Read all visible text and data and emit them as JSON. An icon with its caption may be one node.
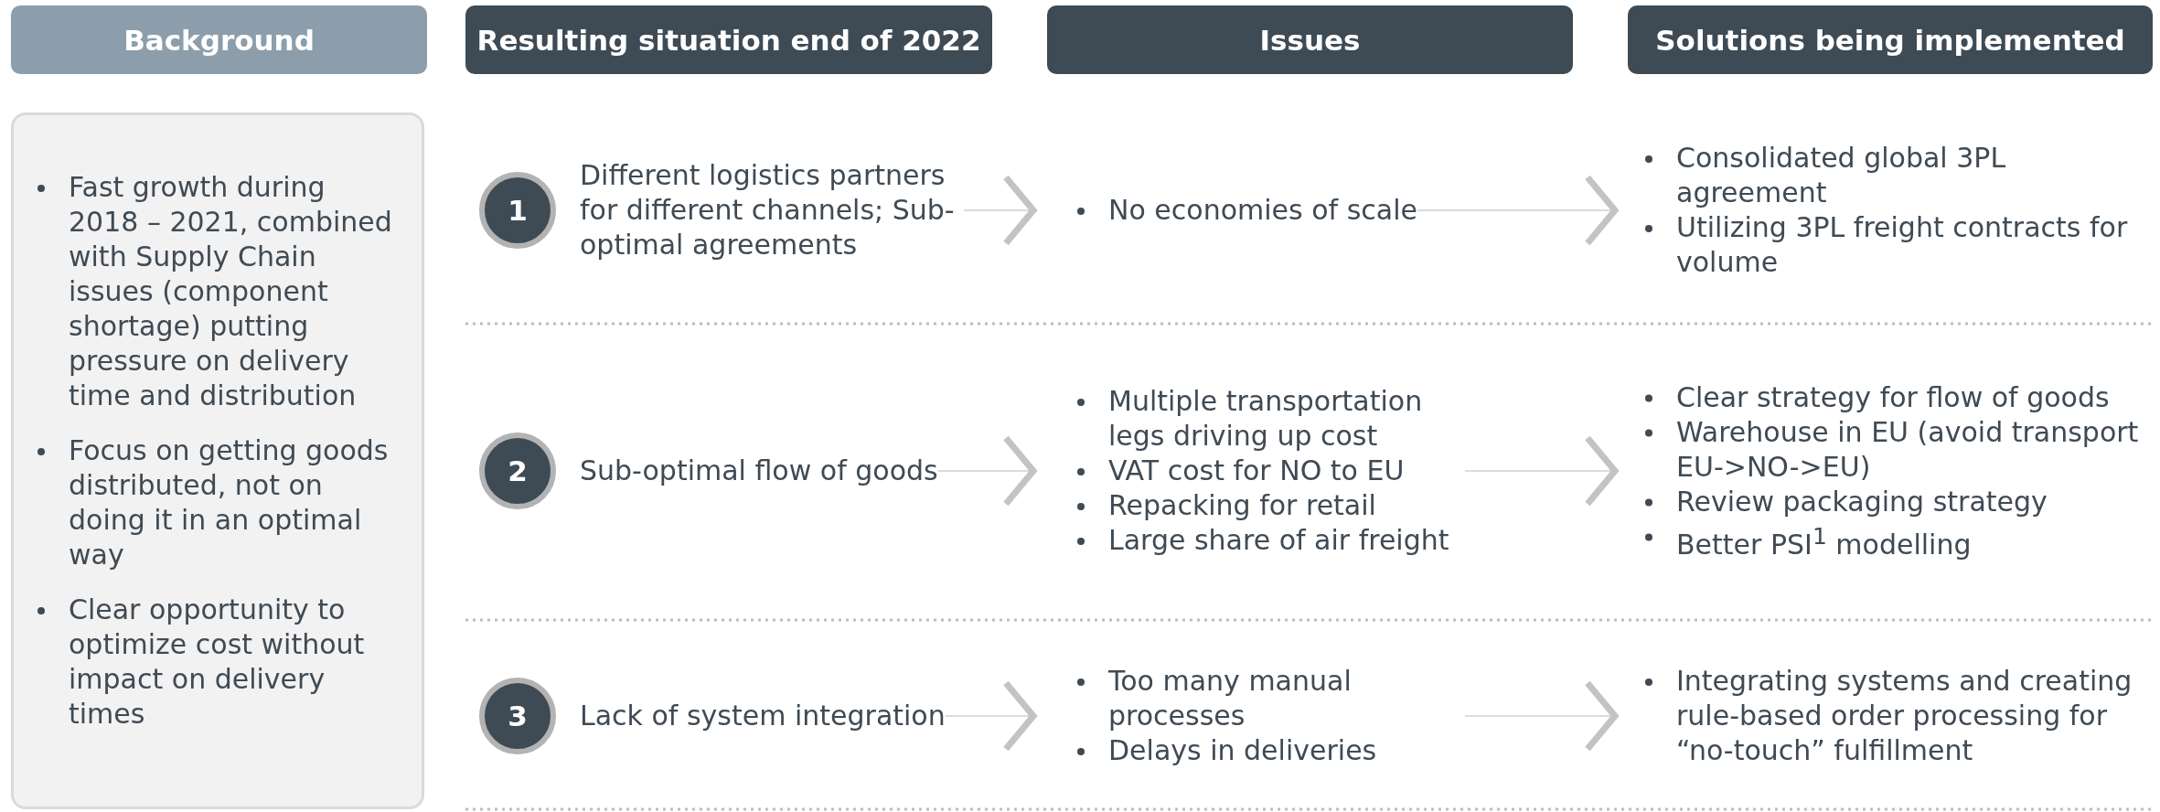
{
  "diagram": {
    "nodes": [
      {
        "text": [
          "Background"
        ]
      },
      {
        "text": [
          "Resulting situation end of 2022"
        ]
      },
      {
        "text": [
          "Issues"
        ]
      },
      {
        "text": [
          "Solutions being implemented"
        ]
      },
      {
        "text": [
          "Fast growth during 2018 – 2021, combined with Supply Chain issues (component shortage) putting pressure on delivery time and distribution",
          "Focus on getting goods distributed, not on doing it in an optimal way",
          "Clear opportunity to optimize cost without impact on delivery times"
        ]
      },
      {
        "text": [
          "1"
        ]
      },
      {
        "text": [
          "Different logistics partners for different channels; Sub-optimal agreements"
        ]
      },
      {
        "text": [
          "No economies of scale"
        ]
      },
      {
        "text": [
          "Consolidated global 3PL agreement",
          "Utilizing 3PL freight contracts for volume"
        ]
      },
      {
        "text": [
          "2"
        ]
      },
      {
        "text": [
          "Sub-optimal flow of goods"
        ]
      },
      {
        "text": [
          "Multiple transportation legs driving up cost",
          "VAT cost for NO to EU",
          "Repacking for retail",
          "Large share of air freight"
        ]
      },
      {
        "text": [
          "Clear strategy for flow of goods",
          "Warehouse in EU (avoid transport EU->NO->EU)",
          "Review packaging strategy",
          "Better PSI$^{1}$ modelling"
        ]
      },
      {
        "text": [
          "3"
        ]
      },
      {
        "text": [
          "Lack of system integration"
        ]
      },
      {
        "text": [
          "Too many manual processes",
          "Delays in deliveries"
        ]
      },
      {
        "text": [
          "Integrating systems and creating rule-based order processing for “no-touch” fulfillment"
        ]
      }
    ],
    "edges": [
      {
        "from": 6,
        "to": 7,
        "arrow": "to"
      },
      {
        "from": 7,
        "to": 8,
        "arrow": "to"
      },
      {
        "from": 10,
        "to": 11,
        "arrow": "to"
      },
      {
        "from": 11,
        "to": 12,
        "arrow": "to"
      },
      {
        "from": 14,
        "to": 15,
        "arrow": "to"
      },
      {
        "from": 15,
        "to": 16,
        "arrow": "to"
      }
    ]
  }
}
